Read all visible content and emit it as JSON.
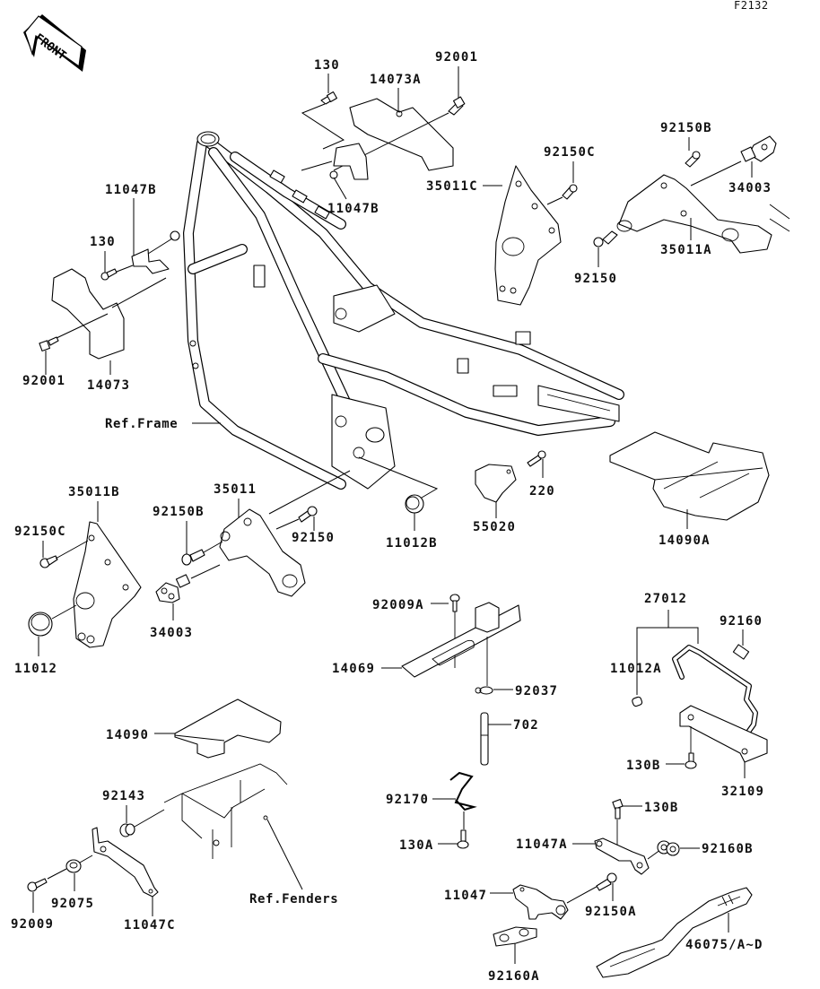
{
  "diagram": {
    "figure_code": "F2132",
    "front_indicator": "FRONT",
    "references": {
      "frame": "Ref.Frame",
      "fenders": "Ref.Fenders"
    },
    "parts": [
      {
        "id": "p130_top",
        "label": "130"
      },
      {
        "id": "p14073A",
        "label": "14073A"
      },
      {
        "id": "p92001_top",
        "label": "92001"
      },
      {
        "id": "p11047B_top",
        "label": "11047B"
      },
      {
        "id": "p92150C_top",
        "label": "92150C"
      },
      {
        "id": "p35011C",
        "label": "35011C"
      },
      {
        "id": "p92150B_top",
        "label": "92150B"
      },
      {
        "id": "p34003_top",
        "label": "34003"
      },
      {
        "id": "p35011A",
        "label": "35011A"
      },
      {
        "id": "p92150_top",
        "label": "92150"
      },
      {
        "id": "p11047B_left",
        "label": "11047B"
      },
      {
        "id": "p130_left",
        "label": "130"
      },
      {
        "id": "p92001_left",
        "label": "92001"
      },
      {
        "id": "p14073",
        "label": "14073"
      },
      {
        "id": "p35011B",
        "label": "35011B"
      },
      {
        "id": "p92150C_left",
        "label": "92150C"
      },
      {
        "id": "p11012",
        "label": "11012"
      },
      {
        "id": "p35011",
        "label": "35011"
      },
      {
        "id": "p92150B_mid",
        "label": "92150B"
      },
      {
        "id": "p92150_mid",
        "label": "92150"
      },
      {
        "id": "p34003_mid",
        "label": "34003"
      },
      {
        "id": "p11012B",
        "label": "11012B"
      },
      {
        "id": "p55020",
        "label": "55020"
      },
      {
        "id": "p220",
        "label": "220"
      },
      {
        "id": "p14090A",
        "label": "14090A"
      },
      {
        "id": "p92009A",
        "label": "92009A"
      },
      {
        "id": "p14069",
        "label": "14069"
      },
      {
        "id": "p92037",
        "label": "92037"
      },
      {
        "id": "p702",
        "label": "702"
      },
      {
        "id": "p92170",
        "label": "92170"
      },
      {
        "id": "p130A",
        "label": "130A"
      },
      {
        "id": "p27012",
        "label": "27012"
      },
      {
        "id": "p92160",
        "label": "92160"
      },
      {
        "id": "p11012A",
        "label": "11012A"
      },
      {
        "id": "p130B_right",
        "label": "130B"
      },
      {
        "id": "p32109",
        "label": "32109"
      },
      {
        "id": "p14090",
        "label": "14090"
      },
      {
        "id": "p92143",
        "label": "92143"
      },
      {
        "id": "p92075",
        "label": "92075"
      },
      {
        "id": "p92009",
        "label": "92009"
      },
      {
        "id": "p11047C",
        "label": "11047C"
      },
      {
        "id": "p130B_low",
        "label": "130B"
      },
      {
        "id": "p11047A",
        "label": "11047A"
      },
      {
        "id": "p92160B",
        "label": "92160B"
      },
      {
        "id": "p11047",
        "label": "11047"
      },
      {
        "id": "p92150A",
        "label": "92150A"
      },
      {
        "id": "p92160A",
        "label": "92160A"
      },
      {
        "id": "p46075",
        "label": "46075/A~D"
      }
    ]
  }
}
